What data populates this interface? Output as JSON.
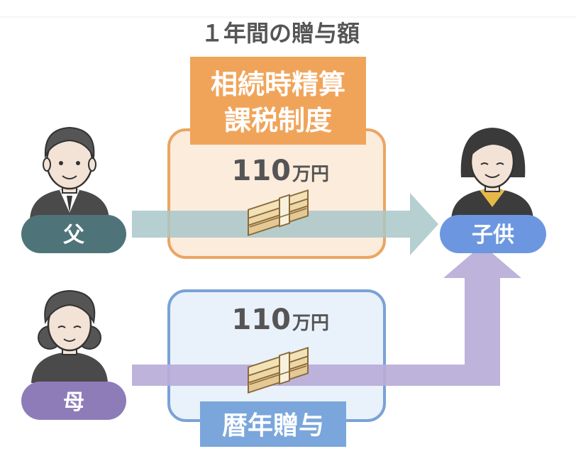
{
  "title": "１年間の贈与額",
  "persons": {
    "father": {
      "label": "父",
      "color": "#4e7479"
    },
    "mother": {
      "label": "母",
      "color": "#8e7cb9"
    },
    "child": {
      "label": "子供",
      "color": "#6c97e0"
    }
  },
  "upper_box": {
    "tag_line1": "相続時精算",
    "tag_line2": "課税制度",
    "amount_number": "110",
    "amount_unit": "万円",
    "tag_color": "#f0a45a",
    "border_color": "#eba562",
    "fill_color": "#fcecdc"
  },
  "lower_box": {
    "tag": "暦年贈与",
    "amount_number": "110",
    "amount_unit": "万円",
    "tag_color": "#7aa6db",
    "border_color": "#7aa2d6",
    "fill_color": "#e9f1fb"
  },
  "arrows": {
    "father_color": "#a9c7c9",
    "mother_color": "#b9acd8"
  },
  "icons": [
    "man-icon",
    "woman-icon",
    "child-icon",
    "money-stack-icon"
  ]
}
